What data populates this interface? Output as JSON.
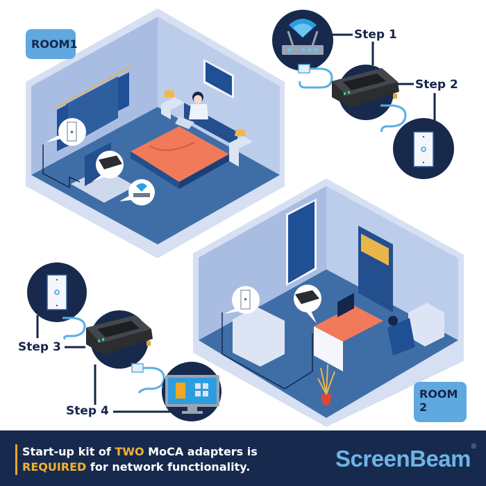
{
  "rooms": [
    {
      "label": "ROOM1"
    },
    {
      "label": "ROOM 2"
    }
  ],
  "steps": [
    {
      "label": "Step 1",
      "icon": "router-icon"
    },
    {
      "label": "Step 2",
      "icon": "coax-wall-outlet-icon"
    },
    {
      "label": "Step 3",
      "icon": "coax-wall-outlet-icon"
    },
    {
      "label": "Step 4",
      "icon": "computer-monitor-icon"
    }
  ],
  "footer": {
    "line1_pre": "Start-up kit of ",
    "line1_hl": "TWO",
    "line1_post": " MoCA adapters is",
    "line2_hl": "REQUIRED",
    "line2_post": " for network functionality.",
    "brand": "ScreenBeam",
    "brand_mark": "®"
  },
  "colors": {
    "navy": "#172a4d",
    "accent_gold": "#f2b233",
    "brand_blue": "#6cb4e6",
    "room_tag": "#5fa8e0",
    "floor": "#3f6ea6",
    "wall_light": "#b9c9e8",
    "bed_orange": "#f07a5a"
  }
}
